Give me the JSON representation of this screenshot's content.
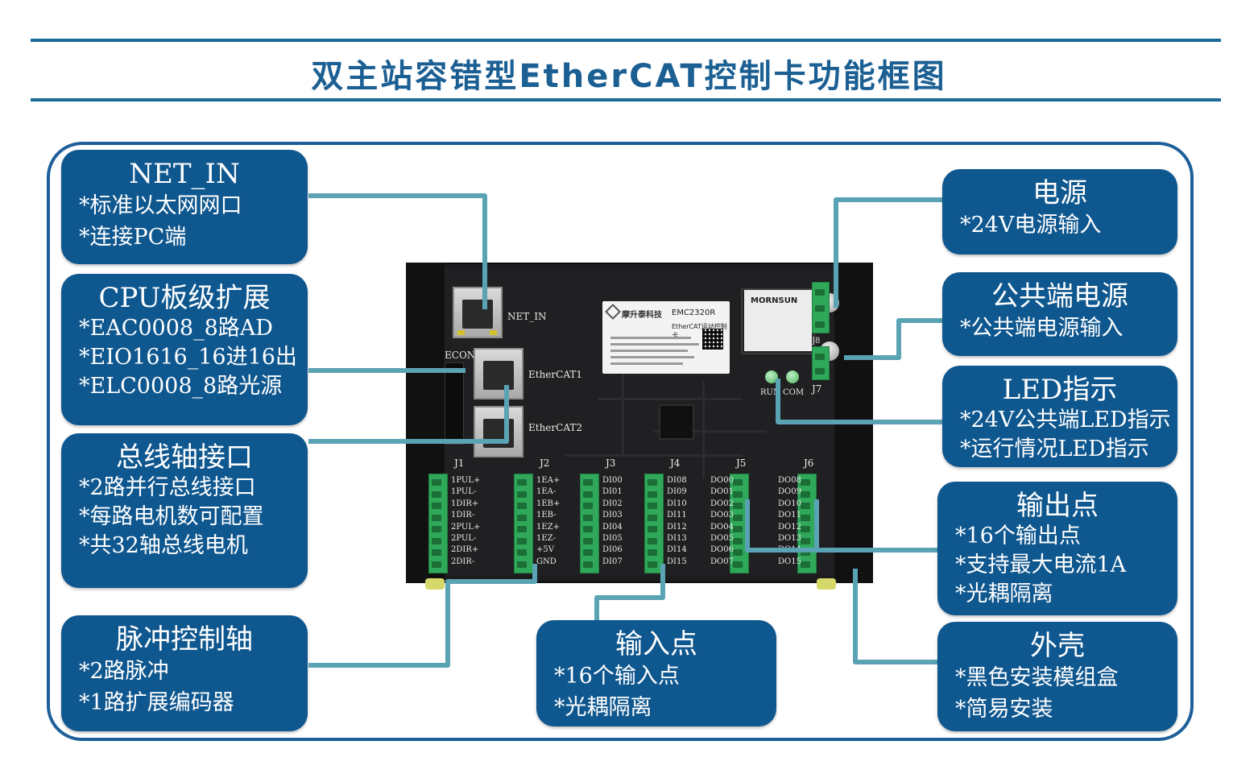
{
  "title": "双主站容错型EtherCAT控制卡功能框图",
  "colors": {
    "accent": "#1b5f93",
    "box": "#0f578f",
    "wire": "#5aa3b5",
    "terminal": "#2fa85a"
  },
  "boxes": {
    "net_in": {
      "title": "NET_IN",
      "lines": [
        "*标准以太网网口",
        "*连接PC端"
      ]
    },
    "cpu": {
      "title": "CPU板级扩展",
      "lines": [
        "*EAC0008_8路AD",
        "*EIO1616_16进16出",
        "*ELC0008_8路光源"
      ]
    },
    "bus": {
      "title": "总线轴接口",
      "lines": [
        "*2路并行总线接口",
        "*每路电机数可配置",
        "*共32轴总线电机"
      ]
    },
    "pulse": {
      "title": "脉冲控制轴",
      "lines": [
        "*2路脉冲",
        "*1路扩展编码器"
      ]
    },
    "input": {
      "title": "输入点",
      "lines": [
        "*16个输入点",
        "*光耦隔离"
      ]
    },
    "power": {
      "title": "电源",
      "lines": [
        "*24V电源输入"
      ]
    },
    "common": {
      "title": "公共端电源",
      "lines": [
        "*公共端电源输入"
      ]
    },
    "led": {
      "title": "LED指示",
      "lines": [
        "*24V公共端LED指示",
        "*运行情况LED指示"
      ]
    },
    "output": {
      "title": "输出点",
      "lines": [
        "*16个输出点",
        "*支持最大电流1A",
        "*光耦隔离"
      ]
    },
    "shell": {
      "title": "外壳",
      "lines": [
        "*黑色安装模组盒",
        "*简易安装"
      ]
    }
  },
  "device": {
    "net_in": "NET_IN",
    "econ": "ECON",
    "ethercat1": "EtherCAT1",
    "ethercat2": "EtherCAT2",
    "run": "RUN",
    "com": "COM",
    "j7": "J7",
    "j8": "J8",
    "label_brand": "摩升泰科技",
    "label_model": "EMC2320R",
    "label_sub": "EtherCAT运动控制卡",
    "module_brand": "MORNSUN",
    "terminals": [
      {
        "name": "J1",
        "pins": [
          "1PUL+",
          "1PUL-",
          "1DIR+",
          "1DIR-",
          "2PUL+",
          "2PUL-",
          "2DIR+",
          "2DIR-"
        ]
      },
      {
        "name": "J2",
        "pins": [
          "1EA+",
          "1EA-",
          "1EB+",
          "1EB-",
          "1EZ+",
          "1EZ-",
          "+5V",
          "GND"
        ]
      },
      {
        "name": "J3",
        "pins": [
          "DI00",
          "DI01",
          "DI02",
          "DI03",
          "DI04",
          "DI05",
          "DI06",
          "DI07"
        ]
      },
      {
        "name": "J4",
        "pins": [
          "DI08",
          "DI09",
          "DI10",
          "DI11",
          "DI12",
          "DI13",
          "DI14",
          "DI15"
        ]
      },
      {
        "name": "J5",
        "pins": [
          "DO00",
          "DO01",
          "DO02",
          "DO03",
          "DO04",
          "DO05",
          "DO06",
          "DO07"
        ]
      },
      {
        "name": "J6",
        "pins": [
          "DO08",
          "DO09",
          "DO10",
          "DO11",
          "DO12",
          "DO13",
          "DO14",
          "DO15"
        ]
      }
    ]
  }
}
